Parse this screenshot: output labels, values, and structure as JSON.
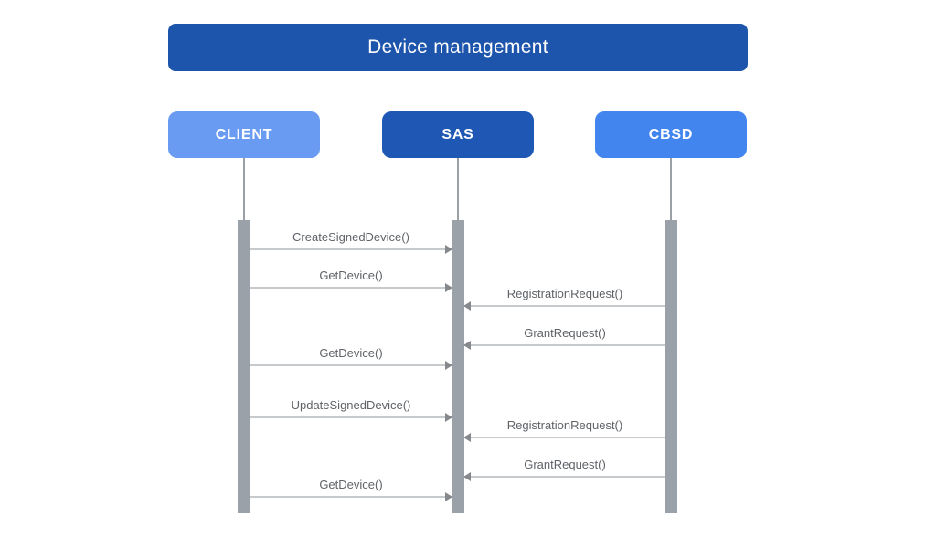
{
  "title": "Device management",
  "actors": [
    {
      "name": "CLIENT",
      "color": "#6a9bf2"
    },
    {
      "name": "SAS",
      "color": "#1e58b4"
    },
    {
      "name": "CBSD",
      "color": "#4285ef"
    }
  ],
  "colors": {
    "title_bg": "#1d55ac",
    "title_text": "#ffffff",
    "actor_text": "#ffffff",
    "message_text": "#5f6368",
    "lifeline": "#9aa0a6",
    "activation_bar": "#9ba1a8",
    "arrow_line": "#c7cacd",
    "arrow_head": "#85898d",
    "background": "#ffffff"
  },
  "messages": [
    {
      "label": "CreateSignedDevice()",
      "from": "CLIENT",
      "to": "SAS",
      "direction": "right"
    },
    {
      "label": "GetDevice()",
      "from": "CLIENT",
      "to": "SAS",
      "direction": "right"
    },
    {
      "label": "RegistrationRequest()",
      "from": "CBSD",
      "to": "SAS",
      "direction": "left"
    },
    {
      "label": "GrantRequest()",
      "from": "CBSD",
      "to": "SAS",
      "direction": "left"
    },
    {
      "label": "GetDevice()",
      "from": "CLIENT",
      "to": "SAS",
      "direction": "right"
    },
    {
      "label": "UpdateSignedDevice()",
      "from": "CLIENT",
      "to": "SAS",
      "direction": "right"
    },
    {
      "label": "RegistrationRequest()",
      "from": "CBSD",
      "to": "SAS",
      "direction": "left"
    },
    {
      "label": "GrantRequest()",
      "from": "CBSD",
      "to": "SAS",
      "direction": "left"
    },
    {
      "label": "GetDevice()",
      "from": "CLIENT",
      "to": "SAS",
      "direction": "right"
    }
  ]
}
